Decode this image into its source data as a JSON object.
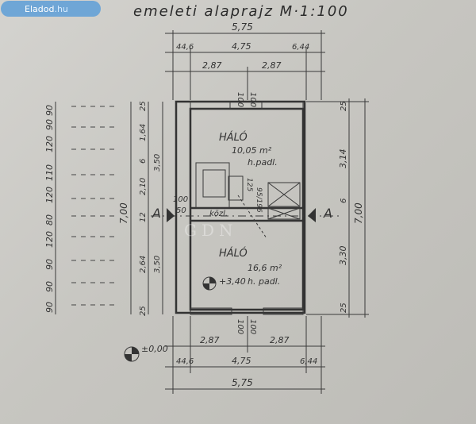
{
  "watermark_badge": {
    "text": "Eladod",
    "suffix": ".hu"
  },
  "plan_title": "emeleti alaprajz M·1:100",
  "top_dims": {
    "total": "5,75",
    "left_wall": "44,6",
    "middle": "4,75",
    "right_wall": "6,44",
    "half_left": "2,87",
    "half_right": "2,87",
    "window_a": "100",
    "window_b": "100"
  },
  "bottom_dims": {
    "total": "5,75",
    "left_wall": "44,6",
    "middle": "4,75",
    "right_wall": "6,44",
    "half_left": "2,87",
    "half_right": "2,87",
    "window_a": "100",
    "window_b": "100",
    "level": "±0,00"
  },
  "left_dims": {
    "outer_column": [
      "90",
      "90",
      "120",
      "80",
      "120",
      "110",
      "90",
      "90",
      "120",
      "90"
    ],
    "mid_total": "7,00",
    "left_inner": [
      "25",
      "1,64",
      "6",
      "2,10",
      "12",
      "2,64",
      "25"
    ],
    "right_inner": [
      "3,50",
      "3,50"
    ]
  },
  "right_dims": {
    "outer_total": "7,00",
    "upper": "3,14",
    "wall": "6",
    "lower": "3,30",
    "top_wall": "25",
    "bottom_wall": "25"
  },
  "rooms": {
    "upper": {
      "name": "HÁLÓ",
      "area": "10,05 m²",
      "floor": "h.padl."
    },
    "lower": {
      "name": "HÁLÓ",
      "area": "16,6 m²",
      "floor": "h. padl.",
      "level": "+3,40"
    },
    "corridor": {
      "name": "közl.",
      "dims": "100",
      "dims2": "50",
      "stair_dims": "125",
      "stair_dims2": "95/196"
    }
  },
  "section_marks": {
    "left": "A",
    "right": "A"
  },
  "watermark_text": "GDN"
}
